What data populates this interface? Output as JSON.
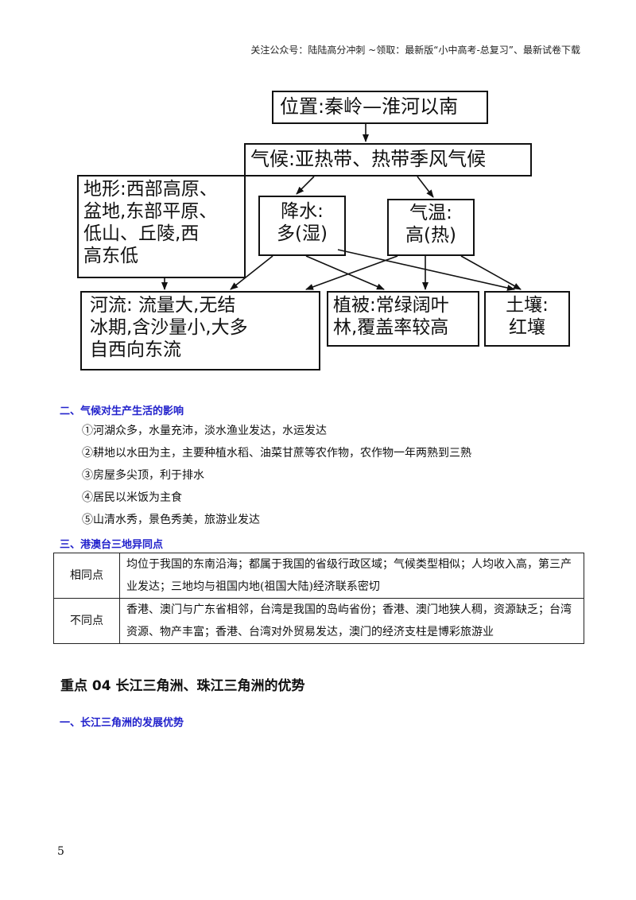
{
  "header": {
    "note": "关注公众号：陆陆高分冲刺  ~领取：最新版“小中高考-总复习”、最新试卷下载"
  },
  "diagram": {
    "location": "位置:秦岭—淮河以南",
    "climate": "气候:亚热带、热带季风气候",
    "terrain": [
      "地形:西部高原、",
      "盆地,东部平原、",
      "低山、丘陵,西",
      "高东低"
    ],
    "precipitation": [
      "降水:",
      "多(湿)"
    ],
    "temperature": [
      "气温:",
      "高(热)"
    ],
    "rivers": [
      "河流: 流量大,无结",
      "冰期,含沙量小,大多",
      "自西向东流"
    ],
    "vegetation": [
      "植被:常绿阔叶",
      "林,覆盖率较高"
    ],
    "soil": [
      "土壤:",
      "红壤"
    ]
  },
  "section2": {
    "heading": "二、气候对生产生活的影响",
    "items": [
      "①河湖众多，水量充沛，淡水渔业发达，水运发达",
      "②耕地以水田为主，主要种植水稻、油菜甘蔗等农作物，农作物一年两熟到三熟",
      "③房屋多尖顶，利于排水",
      "④居民以米饭为主食",
      "⑤山清水秀，景色秀美，旅游业发达"
    ]
  },
  "section3": {
    "heading": "三、港澳台三地异同点",
    "rows": [
      {
        "label": "相同点",
        "text": "均位于我国的东南沿海；都属于我国的省级行政区域；气候类型相似；人均收入高，第三产业发达；三地均与祖国内地(祖国大陆)经济联系密切"
      },
      {
        "label": "不同点",
        "text": "香港、澳门与广东省相邻，台湾是我国的岛屿省份；香港、澳门地狭人稠，资源缺乏；台湾资源、物产丰富；香港、台湾对外贸易发达，澳门的经济支柱是博彩旅游业"
      }
    ]
  },
  "key_point": {
    "title": "重点 04  长江三角洲、珠江三角洲的优势"
  },
  "section_next": {
    "heading": "一、长江三角洲的发展优势"
  },
  "page_number": "5"
}
